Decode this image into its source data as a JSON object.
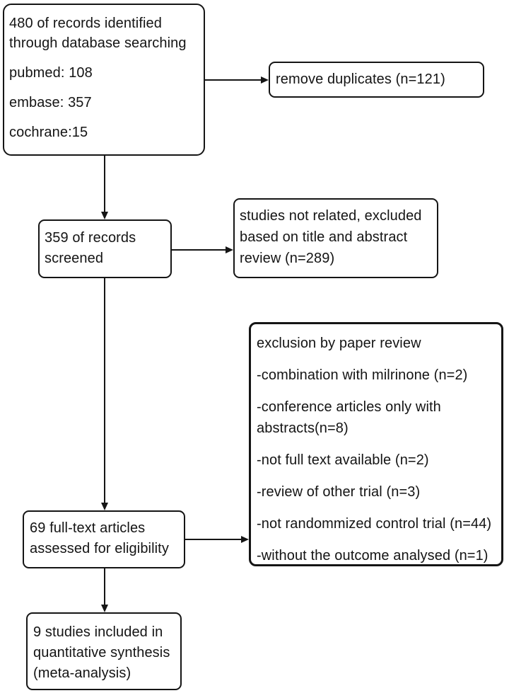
{
  "figure": {
    "kind": "study-selection-flow-diagram",
    "colors": {
      "ink": "#141414",
      "background": "#ffffff"
    },
    "boxes": {
      "identified": {
        "paragraphs": [
          "480 of records identified through database searching",
          "pubmed: 108",
          "embase: 357",
          "cochrane:15"
        ]
      },
      "duplicates": {
        "paragraphs": [
          "remove duplicates (n=121)"
        ]
      },
      "screened": {
        "paragraphs": [
          "359 of records screened"
        ]
      },
      "title_abstract_excluded": {
        "paragraphs": [
          "studies not related, excluded based on title and abstract review (n=289)"
        ]
      },
      "paper_review_excluded": {
        "paragraphs": [
          "exclusion by paper review",
          "-combination with milrinone (n=2)",
          "-conference articles only with abstracts(n=8)",
          "-not full text available (n=2)",
          "-review of other trial (n=3)",
          "-not randommized control trial (n=44)",
          "-without the outcome analysed (n=1)"
        ]
      },
      "eligibility": {
        "paragraphs": [
          "69 full-text articles assessed for eligibility"
        ]
      },
      "included": {
        "paragraphs": [
          "9 studies included in quantitative synthesis (meta-analysis)"
        ]
      }
    }
  }
}
